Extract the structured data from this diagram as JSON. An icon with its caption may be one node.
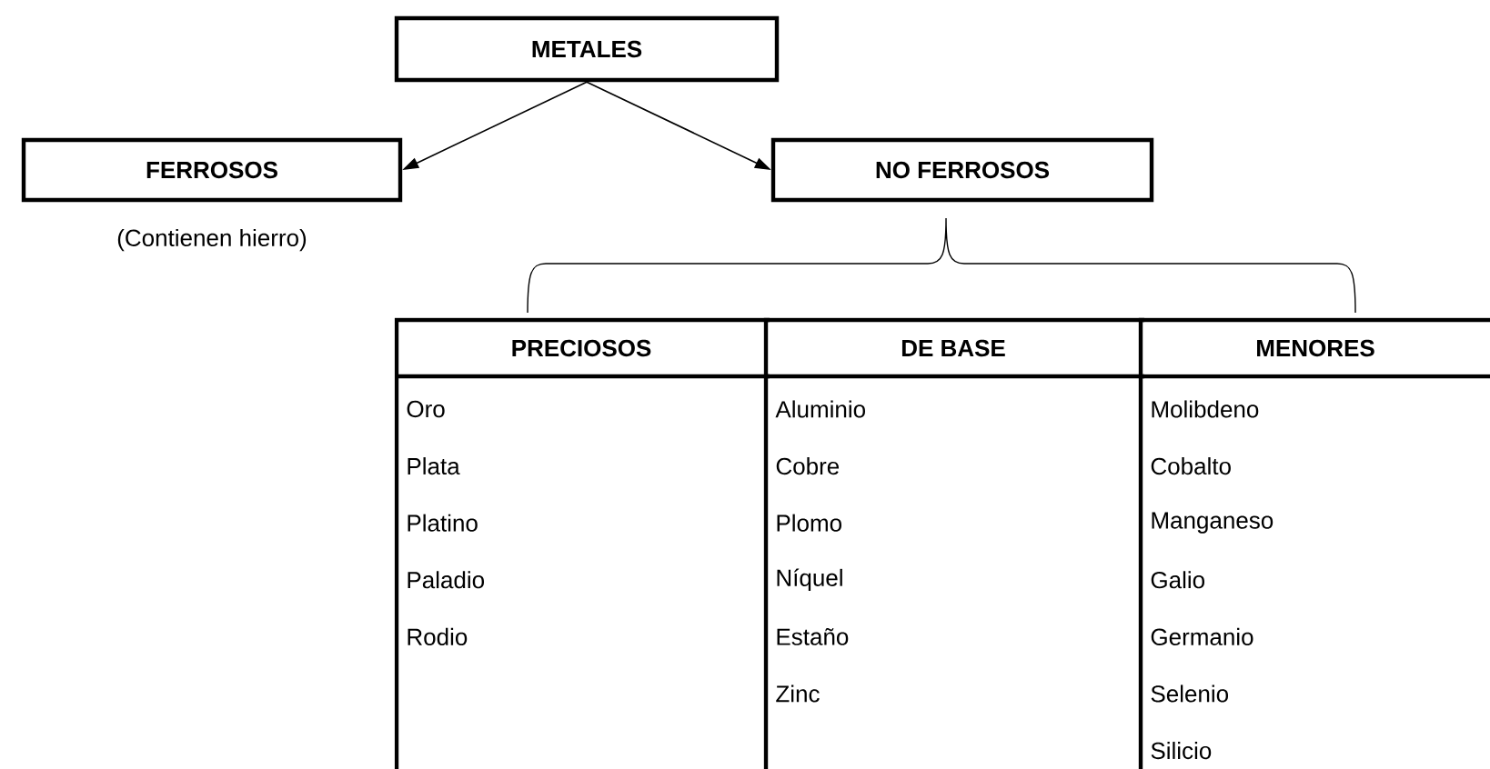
{
  "diagram": {
    "nodes": [
      {
        "text": [
          "METALES"
        ]
      },
      {
        "text": [
          "FERROSOS"
        ],
        "beside": [
          "(Contienen hierro)"
        ]
      },
      {
        "text": [
          "NO FERROSOS"
        ]
      },
      {
        "text": [
          "PRECIOSOS",
          "Oro",
          "Plata",
          "Platino",
          "Paladio",
          "Rodio"
        ]
      },
      {
        "text": [
          "DE BASE",
          "Aluminio",
          "Cobre",
          "Plomo",
          "Níquel",
          "Estaño",
          "Zinc"
        ]
      },
      {
        "text": [
          "MENORES",
          "Molibdeno",
          "Cobalto",
          "Manganeso",
          "Galio",
          "Germanio",
          "Selenio",
          "Silicio"
        ]
      }
    ],
    "edges": [
      {
        "from": 0,
        "to": 1,
        "arrow": "to"
      },
      {
        "from": 0,
        "to": 2,
        "arrow": "to"
      }
    ]
  }
}
